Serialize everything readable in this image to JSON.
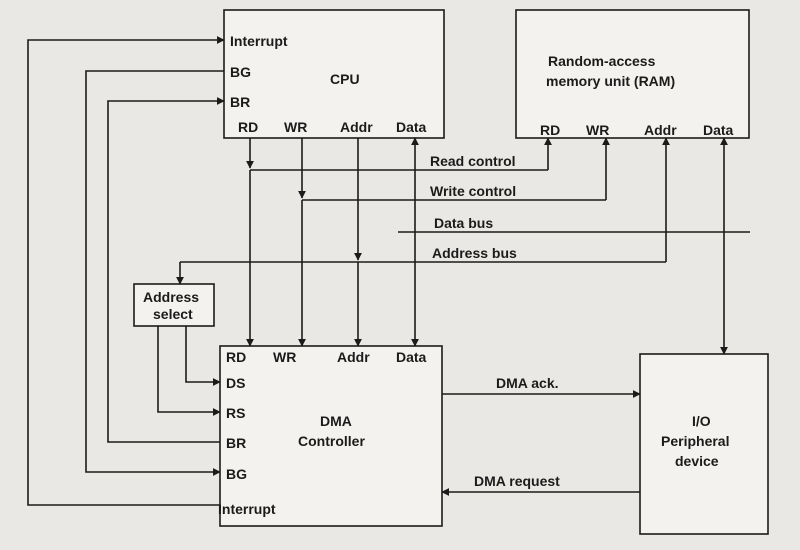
{
  "colors": {
    "ink": "#1b1b1b",
    "paper": "#e9e8e4",
    "box_fill": "#f3f2ee"
  },
  "cpu": {
    "title": "CPU",
    "pins": {
      "interrupt": "Interrupt",
      "bg": "BG",
      "br": "BR",
      "rd": "RD",
      "wr": "WR",
      "addr": "Addr",
      "data": "Data"
    }
  },
  "ram": {
    "title_line1": "Random-access",
    "title_line2": "memory unit (RAM)",
    "pins": {
      "rd": "RD",
      "wr": "WR",
      "addr": "Addr",
      "data": "Data"
    }
  },
  "buses": {
    "read_control": "Read control",
    "write_control": "Write control",
    "data_bus": "Data bus",
    "address_bus": "Address bus"
  },
  "address_select": {
    "line1": "Address",
    "line2": "select"
  },
  "dma": {
    "title_line1": "DMA",
    "title_line2": "Controller",
    "pins": {
      "rd": "RD",
      "wr": "WR",
      "addr": "Addr",
      "data": "Data",
      "ds": "DS",
      "rs": "RS",
      "br": "BR",
      "bg": "BG",
      "interrupt": "Interrupt"
    }
  },
  "io": {
    "line1": "I/O",
    "line2": "Peripheral",
    "line3": "device"
  },
  "signals": {
    "dma_ack": "DMA ack.",
    "dma_request": "DMA request"
  }
}
